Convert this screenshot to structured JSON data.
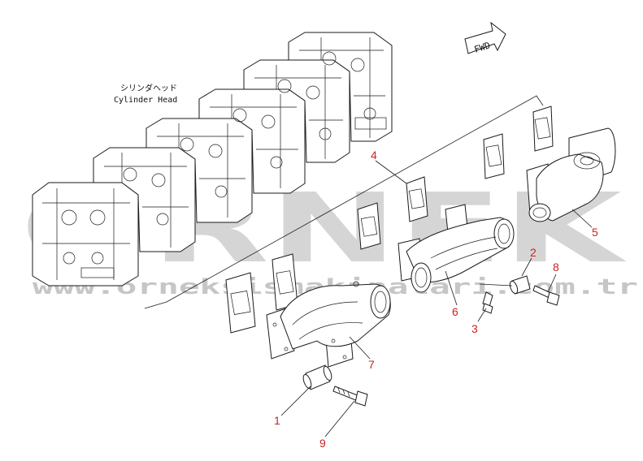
{
  "cylinder_head_label": {
    "japanese": "シリンダヘッド",
    "english": "Cylinder Head"
  },
  "fwd_label": "FWD",
  "watermark": {
    "brand": "ORNEK",
    "url": "www.orneksismakinalari.com.tr"
  },
  "parts": [
    {
      "id": "1",
      "label": "1"
    },
    {
      "id": "2",
      "label": "2"
    },
    {
      "id": "3",
      "label": "3"
    },
    {
      "id": "4",
      "label": "4"
    },
    {
      "id": "5",
      "label": "5"
    },
    {
      "id": "6",
      "label": "6"
    },
    {
      "id": "7",
      "label": "7"
    },
    {
      "id": "8",
      "label": "8"
    },
    {
      "id": "9",
      "label": "9"
    }
  ],
  "colors": {
    "callout": "#cc2222",
    "linework": "#1a1a1a",
    "watermark": "#c8c8c8"
  }
}
